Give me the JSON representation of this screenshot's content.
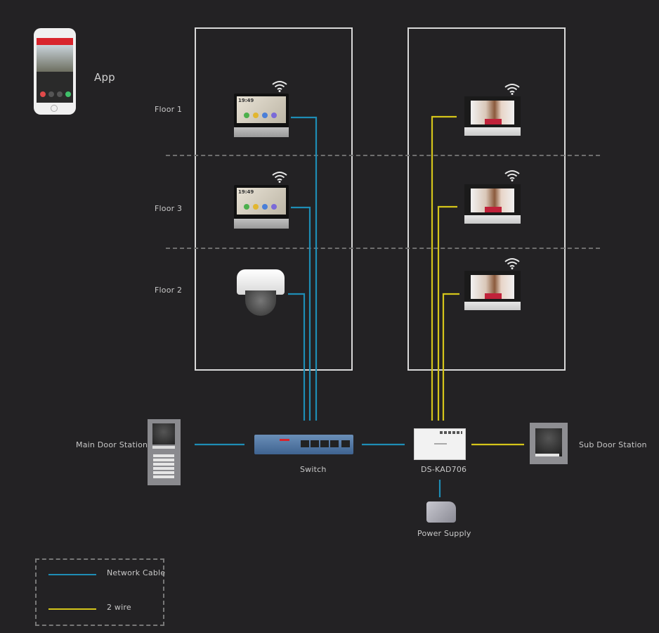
{
  "diagram": {
    "title": "Hybrid IP / 2-wire video intercom system topology",
    "app": {
      "label": "App",
      "icon": "smartphone-app-icon"
    },
    "floors": [
      {
        "label": "Floor 1",
        "ip_device": "ip-indoor-monitor",
        "ip_time": "19:49",
        "two_wire_device": "2-wire-indoor-monitor",
        "wifi": true
      },
      {
        "label": "Floor 3",
        "ip_device": "ip-indoor-monitor",
        "ip_time": "19:49",
        "two_wire_device": "2-wire-indoor-monitor",
        "wifi": true
      },
      {
        "label": "Floor 2",
        "ip_device": "dome-camera",
        "two_wire_device": "2-wire-indoor-monitor",
        "wifi": true
      }
    ],
    "devices": {
      "main_door_station": "Main Door Station",
      "switch": "Switch",
      "distributor": "DS-KAD706",
      "sub_door_station": "Sub Door Station",
      "power_supply": "Power Supply"
    },
    "legend": [
      {
        "label": "Network Cable",
        "color": "#1e8db5"
      },
      {
        "label": "2 wire",
        "color": "#d4c51a"
      }
    ],
    "colors": {
      "background": "#232224",
      "network_cable": "#1e8db5",
      "two_wire": "#d4c51a",
      "building_outline": "#d9d9d9",
      "floor_divider": "#6e6e6e"
    }
  }
}
